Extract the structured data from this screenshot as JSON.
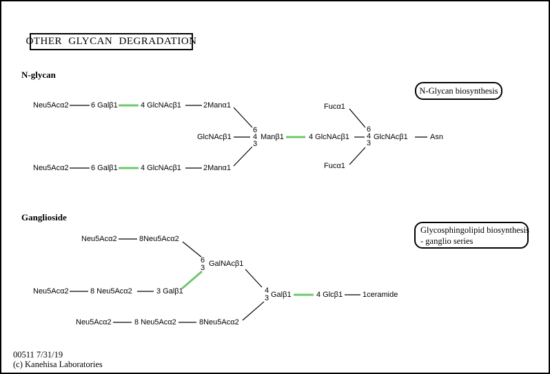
{
  "title": "OTHER GLYCAN DEGRADATION",
  "colors": {
    "highlight_green": "#6dc86d",
    "line_black": "#000000",
    "background": "#ffffff"
  },
  "pathway_links": {
    "n_glycan_biosynthesis": {
      "label": "N-Glycan biosynthesis"
    },
    "glycosphingolipid": {
      "line1": "Glycosphingolipid biosynthesis",
      "line2": "- ganglio series"
    }
  },
  "n_glycan": {
    "heading": "N-glycan",
    "labels": {
      "top_neu5ac": "Neu5Acα2",
      "top_gal": "6 Galβ1",
      "top_glcnac": "4 GlcNAcβ1",
      "top_man": "2Manα1",
      "bottom_neu5ac": "Neu5Acα2",
      "bottom_gal": "6 Galβ1",
      "bottom_glcnac": "4 GlcNAcβ1",
      "bottom_man": "2Manα1",
      "bisecting_glcnac": "GlcNAcβ1",
      "core_man": "Manβ1",
      "core_glcnac": "4 GlcNAcβ1",
      "asn_glcnac": "GlcNAcβ1",
      "asn": "Asn",
      "fuc_top": "Fucα1",
      "fuc_bottom": "Fucα1",
      "man_stack": [
        "6",
        "4",
        "3"
      ],
      "asn_stack": [
        "6",
        "4",
        "3"
      ]
    }
  },
  "ganglioside": {
    "heading": "Ganglioside",
    "labels": {
      "rowA_neu1": "Neu5Acα2",
      "rowA_neu2": "8Neu5Acα2",
      "galnac": "GalNAcβ1",
      "galnac_stack": [
        "6",
        "3"
      ],
      "rowB_neu1": "Neu5Acα2",
      "rowB_neu2": "8 Neu5Acα2",
      "rowB_gal": "3 Galβ1",
      "gal_stack": [
        "4",
        "3"
      ],
      "gal": "Galβ1",
      "glc": "4 Glcβ1",
      "ceramide": "1ceramide",
      "rowC_neu1": "Neu5Acα2",
      "rowC_neu2": "8 Neu5Acα2",
      "rowC_neu3": "8Neu5Acα2"
    }
  },
  "footer": {
    "map_id_date": "00511 7/31/19",
    "copyright": "(c) Kanehisa Laboratories"
  }
}
